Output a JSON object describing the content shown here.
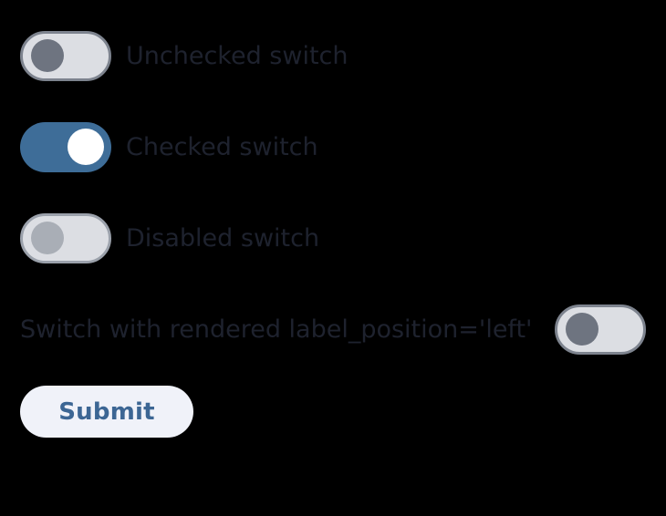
{
  "page": {
    "background_color": "#000000"
  },
  "colors": {
    "track_off": "#dcdee3",
    "track_off_border": "#7d838e",
    "track_disabled_border": "#9ba1ab",
    "knob_off": "#6e7480",
    "knob_disabled": "#a9aeb6",
    "track_on": "#3e6d98",
    "knob_on": "#ffffff",
    "label_text": "#1e222e",
    "button_background": "#f0f2f9",
    "button_text": "#3c6694"
  },
  "switches": [
    {
      "id": "unchecked-switch",
      "label": "Unchecked switch",
      "state": "off",
      "checked": false,
      "disabled": false,
      "label_position": "right"
    },
    {
      "id": "checked-switch",
      "label": "Checked switch",
      "state": "on",
      "checked": true,
      "disabled": false,
      "label_position": "right"
    },
    {
      "id": "disabled-switch",
      "label": "Disabled switch",
      "state": "off",
      "checked": false,
      "disabled": true,
      "label_position": "right"
    },
    {
      "id": "left-label-switch",
      "label": "Switch with rendered label_position='left'",
      "state": "off",
      "checked": false,
      "disabled": false,
      "label_position": "left"
    }
  ],
  "form": {
    "submit_label": "Submit"
  }
}
